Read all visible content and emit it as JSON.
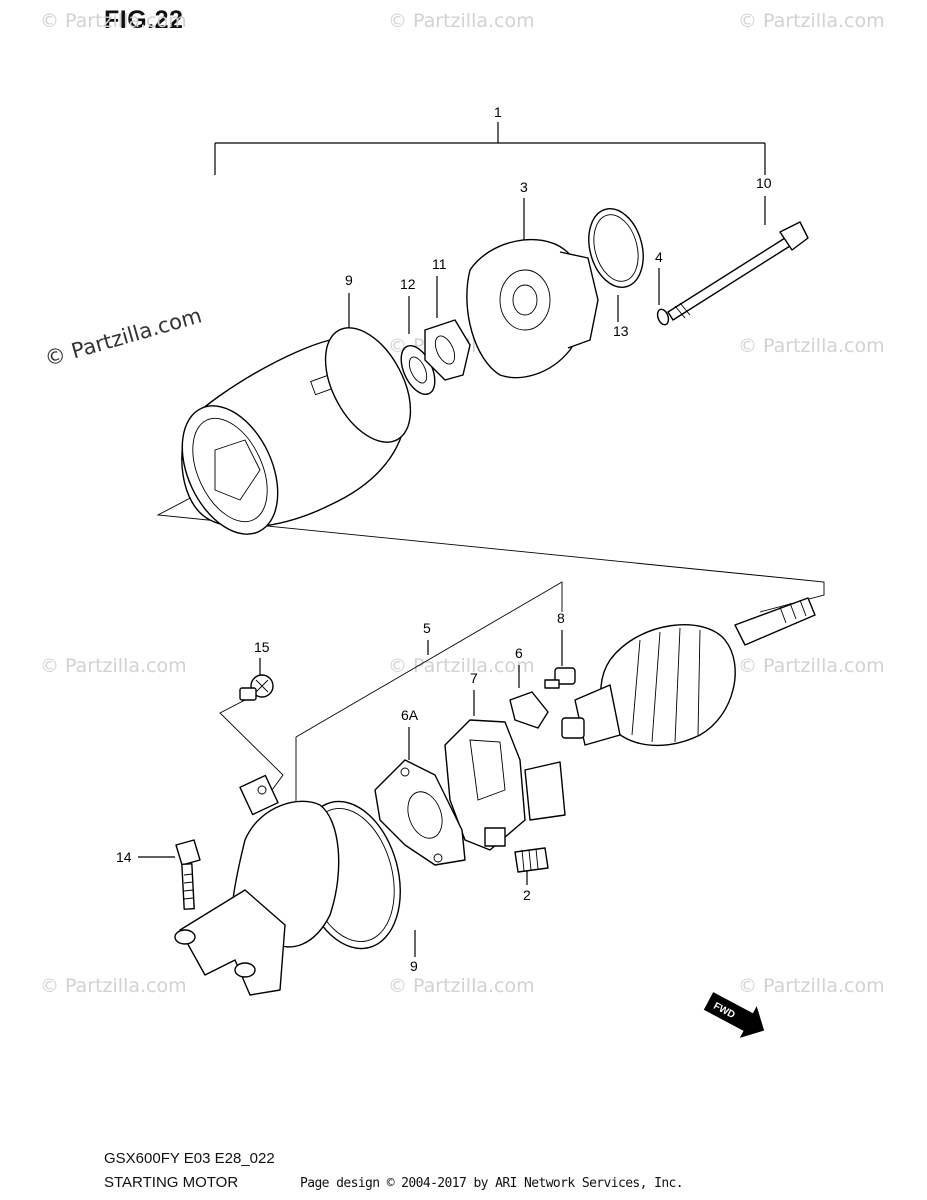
{
  "figure": {
    "title": "FIG.22"
  },
  "watermarks": {
    "text": "© Partzilla.com",
    "main_text": "© Partzilla.com"
  },
  "callouts": {
    "c1": "1",
    "c2": "2",
    "c3": "3",
    "c4": "4",
    "c5": "5",
    "c6": "6",
    "c6a": "6A",
    "c7": "7",
    "c8": "8",
    "c9_top": "9",
    "c9_bottom": "9",
    "c10": "10",
    "c11": "11",
    "c12": "12",
    "c13": "13",
    "c14": "14",
    "c15": "15"
  },
  "fwd_arrow": {
    "label": "FWD"
  },
  "footer": {
    "model_code": "GSX600FY E03 E28_022",
    "section_name": "STARTING MOTOR",
    "copyright": "Page design © 2004-2017 by ARI Network Services, Inc."
  }
}
